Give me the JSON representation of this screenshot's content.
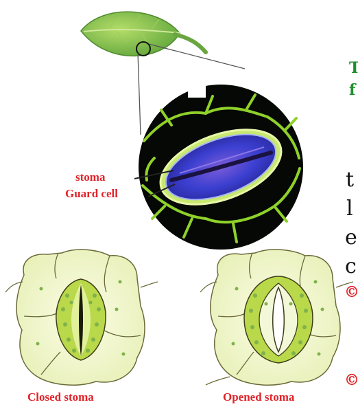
{
  "labels": {
    "stoma": "stoma",
    "guard_cell": "Guard cell",
    "closed": "Closed stoma",
    "opened": "Opened stoma"
  },
  "edge_text": {
    "green_1": "T",
    "green_2": "f",
    "dark_1": "t",
    "dark_2": "l",
    "dark_3": "e",
    "dark_4": "c",
    "red_1": "©",
    "red_2": "©"
  },
  "colors": {
    "label_red": "#e0242a",
    "heading_green": "#1f8f2c",
    "leaf_green": "#8cc63f",
    "guard_cell_green": "#b9d84a",
    "epidermis_cream": "#f3f7cf",
    "stoma_blue": "#3b3fd0"
  }
}
